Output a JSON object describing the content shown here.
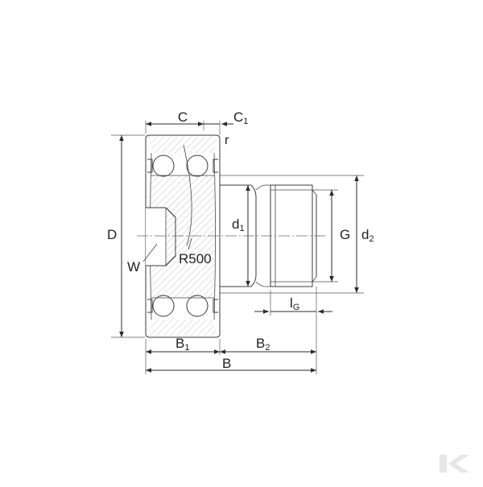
{
  "diagram": {
    "labels": {
      "C": "C",
      "C1_base": "C",
      "C1_sub": "1",
      "r": "r",
      "D": "D",
      "d1_base": "d",
      "d1_sub": "1",
      "G": "G",
      "d2_base": "d",
      "d2_sub": "2",
      "W": "W",
      "R500": "R500",
      "lG_base": "l",
      "lG_sub": "G",
      "B1_base": "B",
      "B1_sub": "1",
      "B2_base": "B",
      "B2_sub": "2",
      "B": "B"
    },
    "colors": {
      "line": "#2b2b2b",
      "hatch": "#9a9a9a",
      "logo": "#e6e6e6"
    },
    "logo_icon": "k-logo-icon"
  }
}
